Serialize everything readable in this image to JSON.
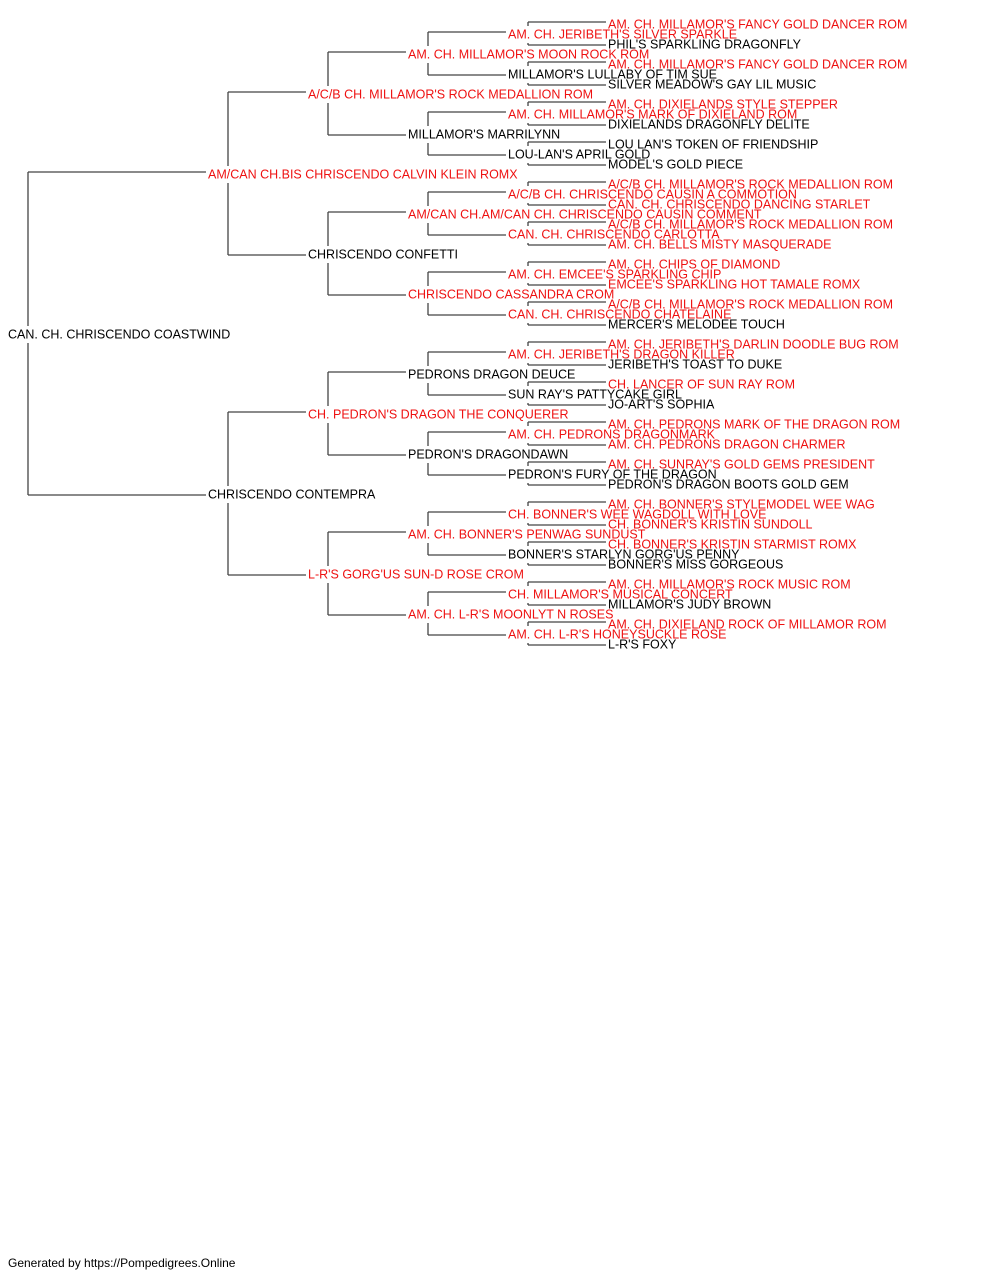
{
  "colors": {
    "champion": "#ee1111",
    "normal": "#000000",
    "line": "#444444"
  },
  "pedigree": {
    "name": "CAN. CH. CHRISCENDO COASTWIND",
    "ch": false,
    "sire": {
      "name": "AM/CAN CH.BIS CHRISCENDO CALVIN KLEIN ROMX",
      "ch": true,
      "sire": {
        "name": "A/C/B CH. MILLAMOR'S ROCK MEDALLION ROM",
        "ch": true,
        "sire": {
          "name": "AM. CH. MILLAMOR'S MOON ROCK ROM",
          "ch": true,
          "sire": {
            "name": "AM. CH. JERIBETH'S SILVER SPARKLE",
            "ch": true,
            "sire": {
              "name": "AM. CH. MILLAMOR'S FANCY GOLD DANCER ROM",
              "ch": true
            },
            "dam": {
              "name": "PHIL'S SPARKLING DRAGONFLY",
              "ch": false
            }
          },
          "dam": {
            "name": "MILLAMOR'S LULLABY OF TIM SUE",
            "ch": false,
            "sire": {
              "name": "AM. CH. MILLAMOR'S FANCY GOLD DANCER ROM",
              "ch": true
            },
            "dam": {
              "name": "SILVER MEADOW'S GAY LIL MUSIC",
              "ch": false
            }
          }
        },
        "dam": {
          "name": "MILLAMOR'S MARRILYNN",
          "ch": false,
          "sire": {
            "name": "AM. CH. MILLAMOR'S MARK OF DIXIELAND ROM",
            "ch": true,
            "sire": {
              "name": "AM. CH. DIXIELANDS STYLE STEPPER",
              "ch": true
            },
            "dam": {
              "name": "DIXIELANDS DRAGONFLY DELITE",
              "ch": false
            }
          },
          "dam": {
            "name": "LOU-LAN'S APRIL GOLD",
            "ch": false,
            "sire": {
              "name": "LOU LAN'S TOKEN OF FRIENDSHIP",
              "ch": false
            },
            "dam": {
              "name": "MODEL'S GOLD PIECE",
              "ch": false
            }
          }
        }
      },
      "dam": {
        "name": "CHRISCENDO CONFETTI",
        "ch": false,
        "sire": {
          "name": "AM/CAN CH.AM/CAN CH. CHRISCENDO CAUSIN COMMENT",
          "ch": true,
          "sire": {
            "name": "A/C/B CH. CHRISCENDO CAUSIN A COMMOTION",
            "ch": true,
            "sire": {
              "name": "A/C/B CH. MILLAMOR'S ROCK MEDALLION ROM",
              "ch": true
            },
            "dam": {
              "name": "CAN. CH. CHRISCENDO DANCING STARLET",
              "ch": true
            }
          },
          "dam": {
            "name": "CAN. CH. CHRISCENDO CARLOTTA",
            "ch": true,
            "sire": {
              "name": "A/C/B CH. MILLAMOR'S ROCK MEDALLION ROM",
              "ch": true
            },
            "dam": {
              "name": "AM. CH. BELLS MISTY MASQUERADE",
              "ch": true
            }
          }
        },
        "dam": {
          "name": "CHRISCENDO CASSANDRA CROM",
          "ch": true,
          "sire": {
            "name": "AM. CH. EMCEE'S SPARKLING CHIP",
            "ch": true,
            "sire": {
              "name": "AM. CH. CHIPS OF DIAMOND",
              "ch": true
            },
            "dam": {
              "name": "EMCEE'S SPARKLING HOT TAMALE ROMX",
              "ch": true
            }
          },
          "dam": {
            "name": "CAN. CH. CHRISCENDO CHATELAINE",
            "ch": true,
            "sire": {
              "name": "A/C/B CH. MILLAMOR'S ROCK MEDALLION ROM",
              "ch": true
            },
            "dam": {
              "name": "MERCER'S MELODEE TOUCH",
              "ch": false
            }
          }
        }
      }
    },
    "dam": {
      "name": "CHRISCENDO CONTEMPRA",
      "ch": false,
      "sire": {
        "name": "CH. PEDRON'S DRAGON THE CONQUERER",
        "ch": true,
        "sire": {
          "name": "PEDRONS DRAGON DEUCE",
          "ch": false,
          "sire": {
            "name": "AM. CH. JERIBETH'S DRAGON KILLER",
            "ch": true,
            "sire": {
              "name": "AM. CH. JERIBETH'S DARLIN DOODLE BUG ROM",
              "ch": true
            },
            "dam": {
              "name": "JERIBETH'S TOAST TO DUKE",
              "ch": false
            }
          },
          "dam": {
            "name": "SUN RAY'S PATTYCAKE GIRL",
            "ch": false,
            "sire": {
              "name": "CH. LANCER OF SUN RAY ROM",
              "ch": true
            },
            "dam": {
              "name": "JO-ART'S SOPHIA",
              "ch": false
            }
          }
        },
        "dam": {
          "name": "PEDRON'S DRAGONDAWN",
          "ch": false,
          "sire": {
            "name": "AM. CH. PEDRONS DRAGONMARK",
            "ch": true,
            "sire": {
              "name": "AM. CH. PEDRONS MARK OF THE DRAGON ROM",
              "ch": true
            },
            "dam": {
              "name": "AM. CH. PEDRONS DRAGON CHARMER",
              "ch": true
            }
          },
          "dam": {
            "name": "PEDRON'S FURY OF THE DRAGON",
            "ch": false,
            "sire": {
              "name": "AM. CH. SUNRAY'S GOLD GEMS PRESIDENT",
              "ch": true
            },
            "dam": {
              "name": "PEDRON'S DRAGON BOOTS GOLD GEM",
              "ch": false
            }
          }
        }
      },
      "dam": {
        "name": "L-R'S GORG'US SUN-D ROSE CROM",
        "ch": true,
        "sire": {
          "name": "AM. CH. BONNER'S PENWAG SUNDUST",
          "ch": true,
          "sire": {
            "name": "CH. BONNER'S WEE WAGDOLL WITH LOVE",
            "ch": true,
            "sire": {
              "name": "AM. CH. BONNER'S STYLEMODEL WEE WAG",
              "ch": true
            },
            "dam": {
              "name": "CH. BONNER'S KRISTIN SUNDOLL",
              "ch": true
            }
          },
          "dam": {
            "name": "BONNER'S STARLYN GORG'US PENNY",
            "ch": false,
            "sire": {
              "name": "CH. BONNER'S KRISTIN STARMIST ROMX",
              "ch": true
            },
            "dam": {
              "name": "BONNER'S MISS GORGEOUS",
              "ch": false
            }
          }
        },
        "dam": {
          "name": "AM. CH. L-R'S MOONLYT N ROSES",
          "ch": true,
          "sire": {
            "name": "CH. MILLAMOR'S MUSICAL CONCERT",
            "ch": true,
            "sire": {
              "name": "AM. CH. MILLAMOR'S ROCK MUSIC ROM",
              "ch": true
            },
            "dam": {
              "name": "MILLAMOR'S JUDY BROWN",
              "ch": false
            }
          },
          "dam": {
            "name": "AM. CH. L-R'S HONEYSUCKLE ROSE",
            "ch": true,
            "sire": {
              "name": "AM. CH. DIXIELAND ROCK OF MILLAMOR ROM",
              "ch": true
            },
            "dam": {
              "name": "L-R'S FOXY",
              "ch": false
            }
          }
        }
      }
    }
  },
  "footer": "Generated by https://Pompedigrees.Online"
}
